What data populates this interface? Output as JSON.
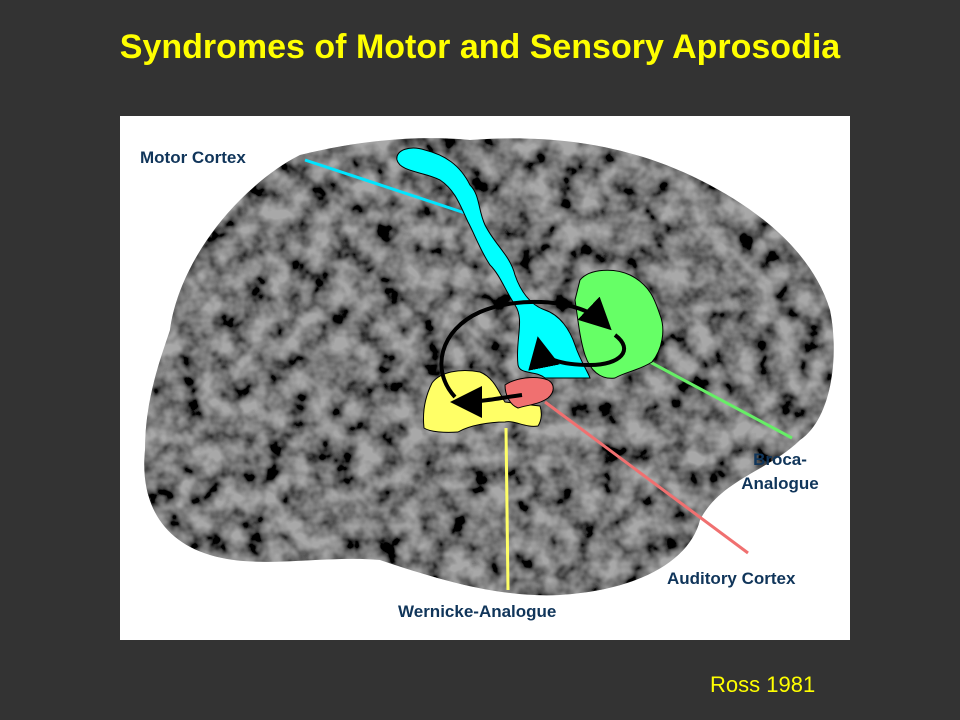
{
  "slide": {
    "title": "Syndromes of Motor and Sensory Aprosodia",
    "citation": "Ross 1981"
  },
  "diagram": {
    "labels": {
      "motor_cortex": "Motor Cortex",
      "broca_line1": "Broca-",
      "broca_line2": "Analogue",
      "auditory_cortex": "Auditory Cortex",
      "wernicke": "Wernicke-Analogue"
    },
    "colors": {
      "motor_cortex": "#00ffff",
      "broca": "#66ff66",
      "auditory": "#f07070",
      "wernicke": "#ffff66",
      "label_text": "#10355a",
      "title": "#ffff00"
    }
  }
}
